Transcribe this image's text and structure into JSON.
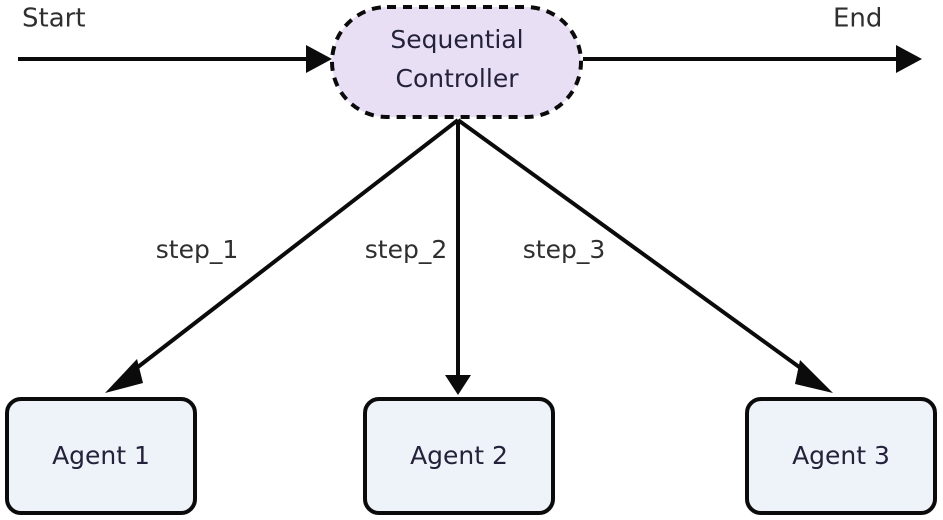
{
  "diagram": {
    "type": "flowchart",
    "orientation": "top-down-fanout",
    "background_color": "#ffffff",
    "edge_color": "#0b0b0b",
    "terminals": {
      "start_label": "Start",
      "end_label": "End"
    },
    "controller": {
      "id": "sequential-controller",
      "line1": "Sequential",
      "line2": "Controller",
      "shape": "stadium",
      "border_style": "dashed",
      "fill_color": "#e8dff5",
      "border_color": "#0b0b0b",
      "text_color": "#24223a"
    },
    "agents": [
      {
        "id": "agent-1",
        "label": "Agent 1",
        "edge_label": "step_1",
        "fill_color": "#eef2f9",
        "border_color": "#0b0b0b"
      },
      {
        "id": "agent-2",
        "label": "Agent 2",
        "edge_label": "step_2",
        "fill_color": "#eef2f9",
        "border_color": "#0b0b0b"
      },
      {
        "id": "agent-3",
        "label": "Agent 3",
        "edge_label": "step_3",
        "fill_color": "#eef2f9",
        "border_color": "#0b0b0b"
      }
    ]
  }
}
